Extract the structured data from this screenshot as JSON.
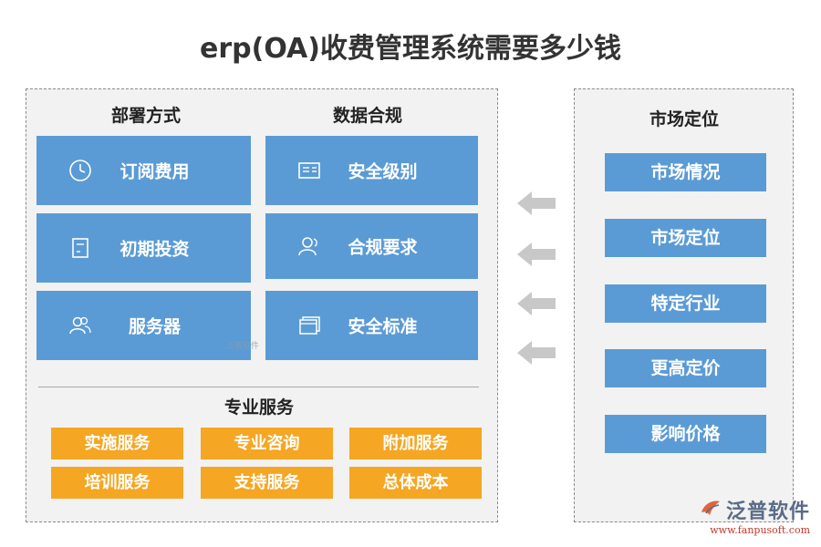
{
  "title": "erp(OA)收费管理系统需要多少钱",
  "left": {
    "deployment_heading": "部署方式",
    "compliance_heading": "数据合规",
    "deployment_items": [
      {
        "label": "订阅费用",
        "icon": "clock-icon"
      },
      {
        "label": "初期投资",
        "icon": "document-icon"
      },
      {
        "label": "服务器",
        "icon": "users-icon"
      }
    ],
    "compliance_items": [
      {
        "label": "安全级别",
        "icon": "id-card-icon"
      },
      {
        "label": "合规要求",
        "icon": "user-icon"
      },
      {
        "label": "安全标准",
        "icon": "windows-icon"
      }
    ],
    "professional_heading": "专业服务",
    "professional_items": [
      "实施服务",
      "专业咨询",
      "附加服务",
      "培训服务",
      "支持服务",
      "总体成本"
    ]
  },
  "right": {
    "heading": "市场定位",
    "items": [
      "市场情况",
      "市场定位",
      "特定行业",
      "更高定价",
      "影响价格"
    ]
  },
  "watermark": "泛普软件",
  "brand": {
    "name": "泛普软件",
    "url": "www.fanpusoft.com"
  },
  "colors": {
    "tile_blue": "#5b9bd5",
    "orange": "#f5a623",
    "panel_bg": "#f2f2f2",
    "arrow_gray": "#c8c8c8"
  }
}
